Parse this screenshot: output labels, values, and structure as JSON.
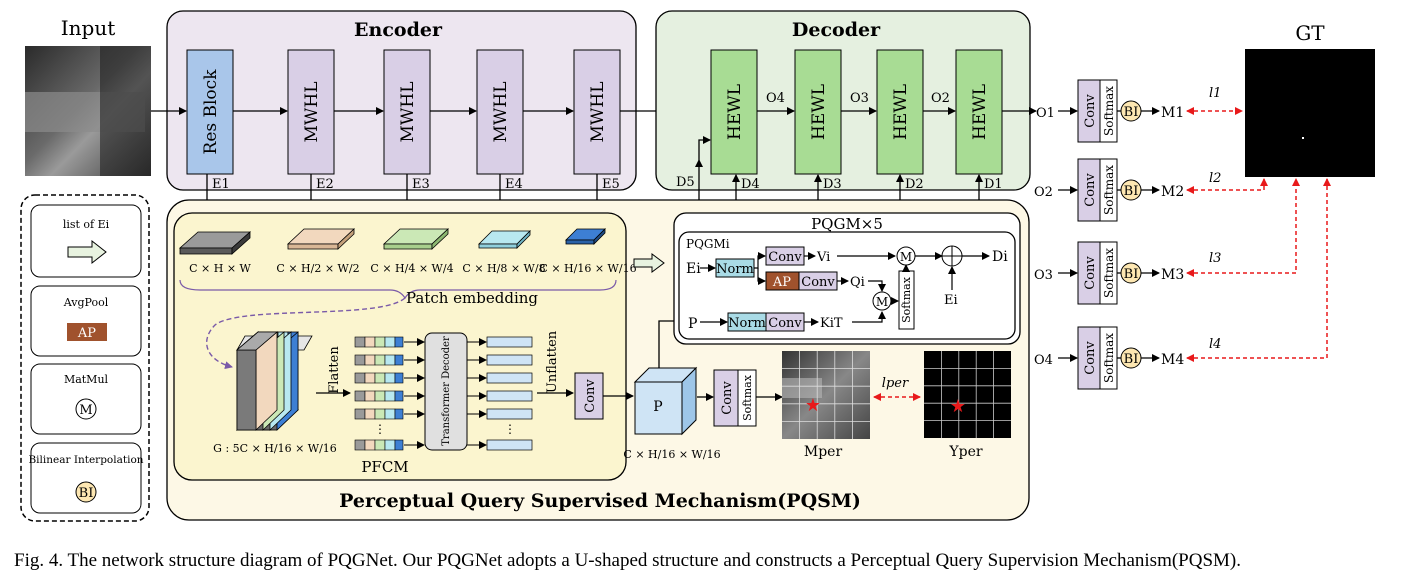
{
  "input": {
    "label": "Input"
  },
  "gt": {
    "label": "GT"
  },
  "encoder": {
    "title": "Encoder",
    "res_block": "Res Block",
    "mwhl": "MWHL",
    "e_labels": [
      "E1",
      "E2",
      "E3",
      "E4",
      "E5"
    ]
  },
  "decoder": {
    "title": "Decoder",
    "hewl": "HEWL",
    "o_labels": [
      "O4",
      "O3",
      "O2",
      "O1"
    ],
    "d_labels": [
      "D5",
      "D4",
      "D3",
      "D2",
      "D1"
    ]
  },
  "heads": {
    "conv": "Conv",
    "softmax": "Softmax",
    "bi": "BI",
    "inputs": [
      "O1",
      "O2",
      "O3",
      "O4"
    ],
    "outputs": [
      "M1",
      "M2",
      "M3",
      "M4"
    ],
    "losses": [
      "l1",
      "l2",
      "l3",
      "l4"
    ]
  },
  "legend": {
    "list_of_e": "list of Ei",
    "avgpool": "AvgPool",
    "ap": "AP",
    "matmul": "MatMul",
    "m": "M",
    "bilinear": "Bilinear Interpolation",
    "bi": "BI"
  },
  "pqsm": {
    "title": "Perceptual Query Supervised Mechanism(PQSM)",
    "patch_embedding": "Patch embedding",
    "patch_dims": [
      "C × H × W",
      "C × H/2 × W/2",
      "C × H/4 × W/4",
      "C × H/8 × W/8",
      "C × H/16 × W/16"
    ],
    "g_label": "G : 5C × H/16 × W/16",
    "flatten": "Flatten",
    "transformer_decoder": "Transformer Decoder",
    "unflatten": "Unflatten",
    "conv": "Conv",
    "pfcm": "PFCM",
    "p": "P",
    "p_dims": "C × H/16 × W/16",
    "softmax": "Softmax",
    "m_per": "Mper",
    "y_per": "Yper",
    "l_per": "lper"
  },
  "pqgm": {
    "title": "PQGM×5",
    "block": "PQGMi",
    "e_in": "Ei",
    "p_in": "P",
    "norm": "Norm",
    "conv": "Conv",
    "ap": "AP",
    "v": "Vi",
    "q": "Qi",
    "k": "KiT",
    "m": "M",
    "softmax": "Softmax",
    "d_out": "Di",
    "e_res": "Ei"
  },
  "caption": "Fig. 4.  The network structure diagram of PQGNet. Our PQGNet adopts a U-shaped structure and constructs a Perceptual Query Supervision Mechanism(PQSM).",
  "colors": {
    "encoder_bg": "#ede6f0",
    "decoder_bg": "#e5f0e0",
    "pqsm_bg": "#fdf8e6",
    "res_block": "#a9c6ea",
    "mwhl": "#d9cfe6",
    "hewl": "#a8dc94",
    "norm": "#a9dbe6",
    "ap": "#a0522d",
    "bi": "#fde7b2",
    "loss_arrow": "#e8191a"
  }
}
